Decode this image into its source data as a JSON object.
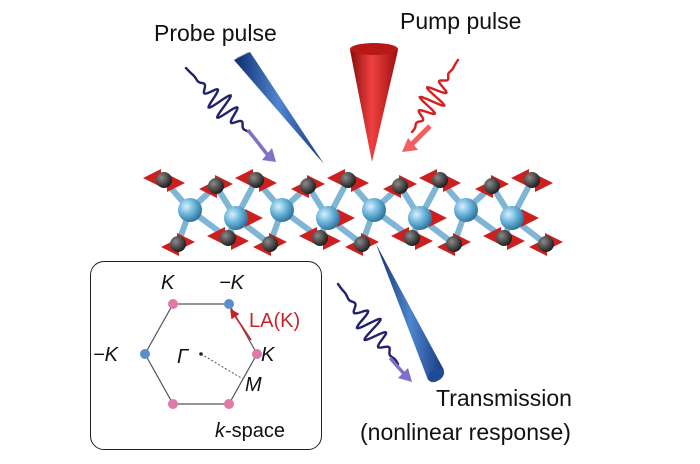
{
  "labels": {
    "probe": "Probe pulse",
    "pump": "Pump pulse",
    "transmission": "Transmission",
    "response": "(nonlinear response)"
  },
  "kspace": {
    "k_top_left": "K",
    "k_top_right": "−K",
    "k_left": "−K",
    "k_right": "K",
    "gamma": "Γ",
    "m_point": "M",
    "phonon": "LA(K)",
    "space_prefix": "k",
    "space_suffix": "-space"
  },
  "colors": {
    "probe_blue": "#2a5aa8",
    "pump_red": "#d42020",
    "wave_navy": "#22226a",
    "atom_metal": "#5aa6cc",
    "atom_chalcogen": "#333333",
    "displacement_arrow": "#cc2020",
    "k_point_pink": "#e07aa8",
    "k_point_blue": "#5a8ecf",
    "phonon_red": "#c8242b"
  }
}
